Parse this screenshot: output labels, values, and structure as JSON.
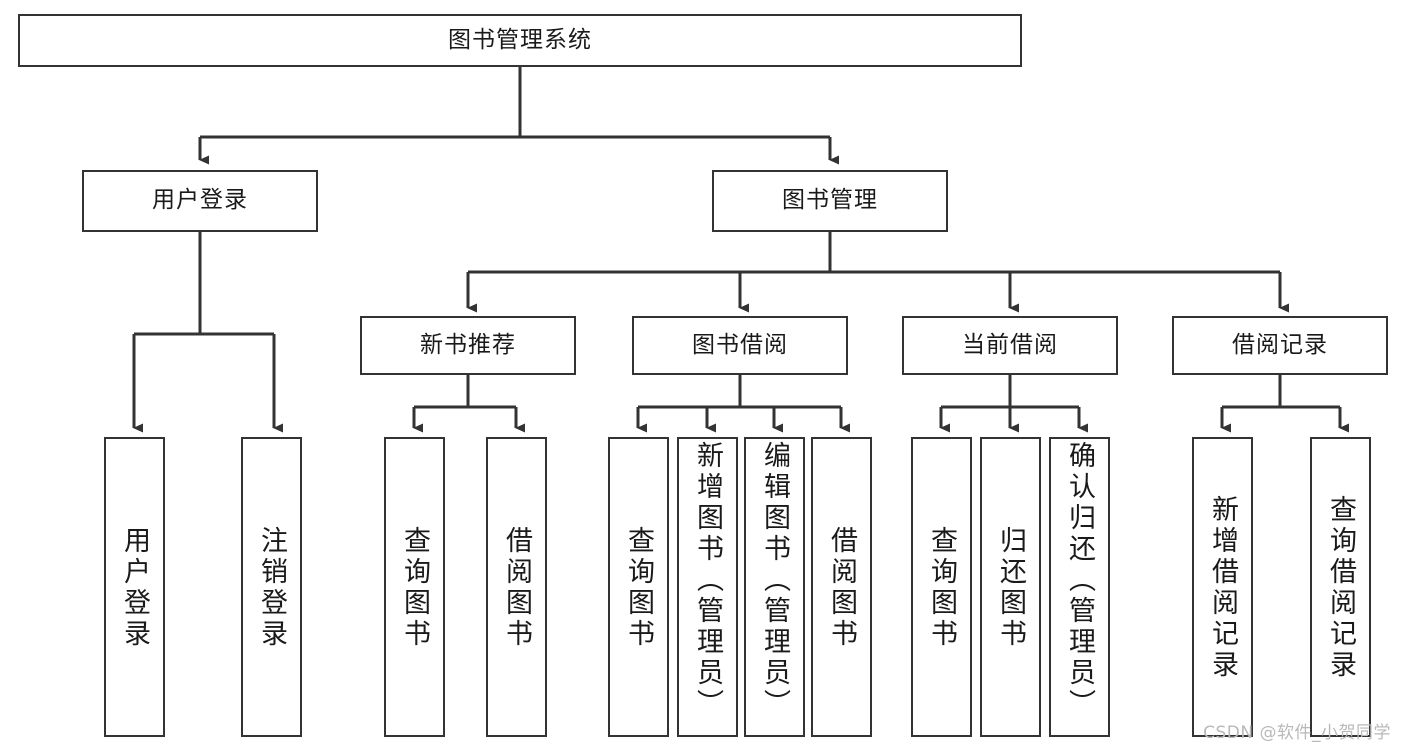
{
  "diagram": {
    "title": "图书管理系统",
    "type": "tree-hierarchy",
    "watermark": "CSDN @软件_小贺同学",
    "colors": {
      "box_border": "#333333",
      "box_fill": "#ffffff",
      "connector": "#333333",
      "text": "#1a1a1a",
      "watermark": "#b9b9b9"
    },
    "root": {
      "label": "图书管理系统"
    },
    "level2": [
      {
        "label": "用户登录"
      },
      {
        "label": "图书管理"
      }
    ],
    "level3": [
      {
        "label": "新书推荐"
      },
      {
        "label": "图书借阅"
      },
      {
        "label": "当前借阅"
      },
      {
        "label": "借阅记录"
      }
    ],
    "leaves": {
      "user_login": [
        {
          "label": "用户登录"
        },
        {
          "label": "注销登录"
        }
      ],
      "new_book_recommend": [
        {
          "label": "查询图书"
        },
        {
          "label": "借阅图书"
        }
      ],
      "book_borrow": [
        {
          "label": "查询图书"
        },
        {
          "label": "新增图书（管理员）"
        },
        {
          "label": "编辑图书（管理员）"
        },
        {
          "label": "借阅图书"
        }
      ],
      "current_borrow": [
        {
          "label": "查询图书"
        },
        {
          "label": "归还图书"
        },
        {
          "label": "确认归还（管理员）"
        }
      ],
      "borrow_record": [
        {
          "label": "新增借阅记录"
        },
        {
          "label": "查询借阅记录"
        }
      ]
    }
  }
}
